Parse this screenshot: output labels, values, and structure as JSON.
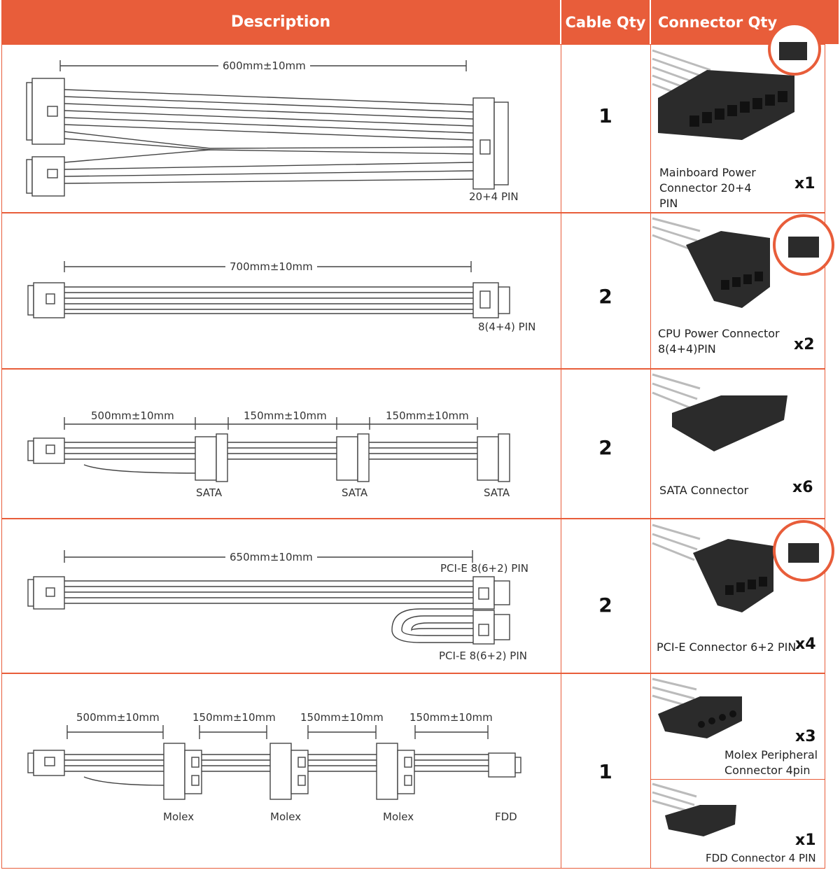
{
  "header": {
    "description": "Description",
    "cable_qty": "Cable Qty",
    "connector_qty": "Connector Qty"
  },
  "rows": [
    {
      "cable_qty": "1",
      "dimensions": [
        "600mm±10mm"
      ],
      "labels": [
        "20+4 PIN"
      ],
      "connector_label": "Mainboard Power Connector 20+4 PIN",
      "connector_count": "x1"
    },
    {
      "cable_qty": "2",
      "dimensions": [
        "700mm±10mm"
      ],
      "labels": [
        "8(4+4) PIN"
      ],
      "connector_label": "CPU Power Connector 8(4+4)PIN",
      "connector_count": "x2"
    },
    {
      "cable_qty": "2",
      "dimensions": [
        "500mm±10mm",
        "150mm±10mm",
        "150mm±10mm"
      ],
      "labels": [
        "SATA",
        "SATA",
        "SATA"
      ],
      "connector_label": "SATA Connector",
      "connector_count": "x6"
    },
    {
      "cable_qty": "2",
      "dimensions": [
        "650mm±10mm"
      ],
      "labels": [
        "PCI-E 8(6+2) PIN",
        "PCI-E 8(6+2) PIN"
      ],
      "connector_label": "PCI-E Connector 6+2 PIN",
      "connector_count": "x4"
    },
    {
      "cable_qty": "1",
      "dimensions": [
        "500mm±10mm",
        "150mm±10mm",
        "150mm±10mm",
        "150mm±10mm"
      ],
      "labels": [
        "Molex",
        "Molex",
        "Molex",
        "FDD"
      ],
      "connector_label": "Molex Peripheral Connector 4pin",
      "connector_count": "x3",
      "connector_label_2": "FDD Connector 4 PIN",
      "connector_count_2": "x1"
    }
  ],
  "colors": {
    "accent": "#e85d3a",
    "line": "#444444",
    "connector": "#2b2b2b"
  }
}
